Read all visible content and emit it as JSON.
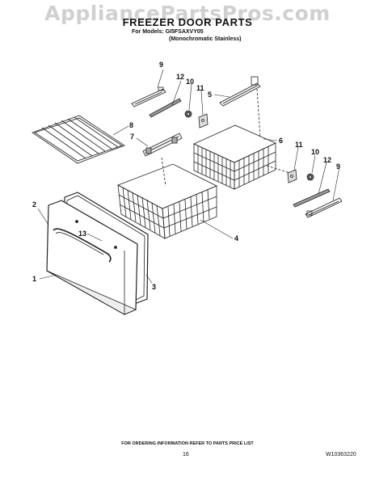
{
  "watermark": "AppliancePartsPros.com",
  "title": "FREEZER DOOR PARTS",
  "models_line1": "For Models: GI5FSAXVY05",
  "models_line2": "(Monochromatic Stainless)",
  "callouts": {
    "c1": "1",
    "c2": "2",
    "c3": "3",
    "c4": "4",
    "c5": "5",
    "c6": "6",
    "c7": "7",
    "c8": "8",
    "c9a": "9",
    "c9b": "9",
    "c10a": "10",
    "c10b": "10",
    "c11a": "11",
    "c11b": "11",
    "c12a": "12",
    "c12b": "12",
    "c13": "13"
  },
  "footer_note": "FOR ORDERING INFORMATION REFER TO PARTS PRICE LIST",
  "page_number": "16",
  "doc_number": "W10363220"
}
